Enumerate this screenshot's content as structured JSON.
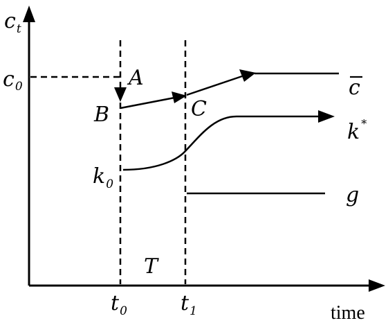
{
  "axes": {
    "y_label_main": "c",
    "y_label_sub": "t",
    "x_label": "time"
  },
  "ticks": {
    "c0_main": "c",
    "c0_sub": "0",
    "t0_main": "t",
    "t0_sub": "0",
    "t1_main": "t",
    "t1_sub": "1"
  },
  "points": {
    "A": "A",
    "B": "B",
    "C": "C",
    "k0_main": "k",
    "k0_sub": "0",
    "T": "T"
  },
  "curves": {
    "cbar": "c",
    "kstar_main": "k",
    "kstar_sup": "*",
    "g": "g"
  },
  "colors": {
    "ink": "#000000",
    "background": "#ffffff"
  }
}
